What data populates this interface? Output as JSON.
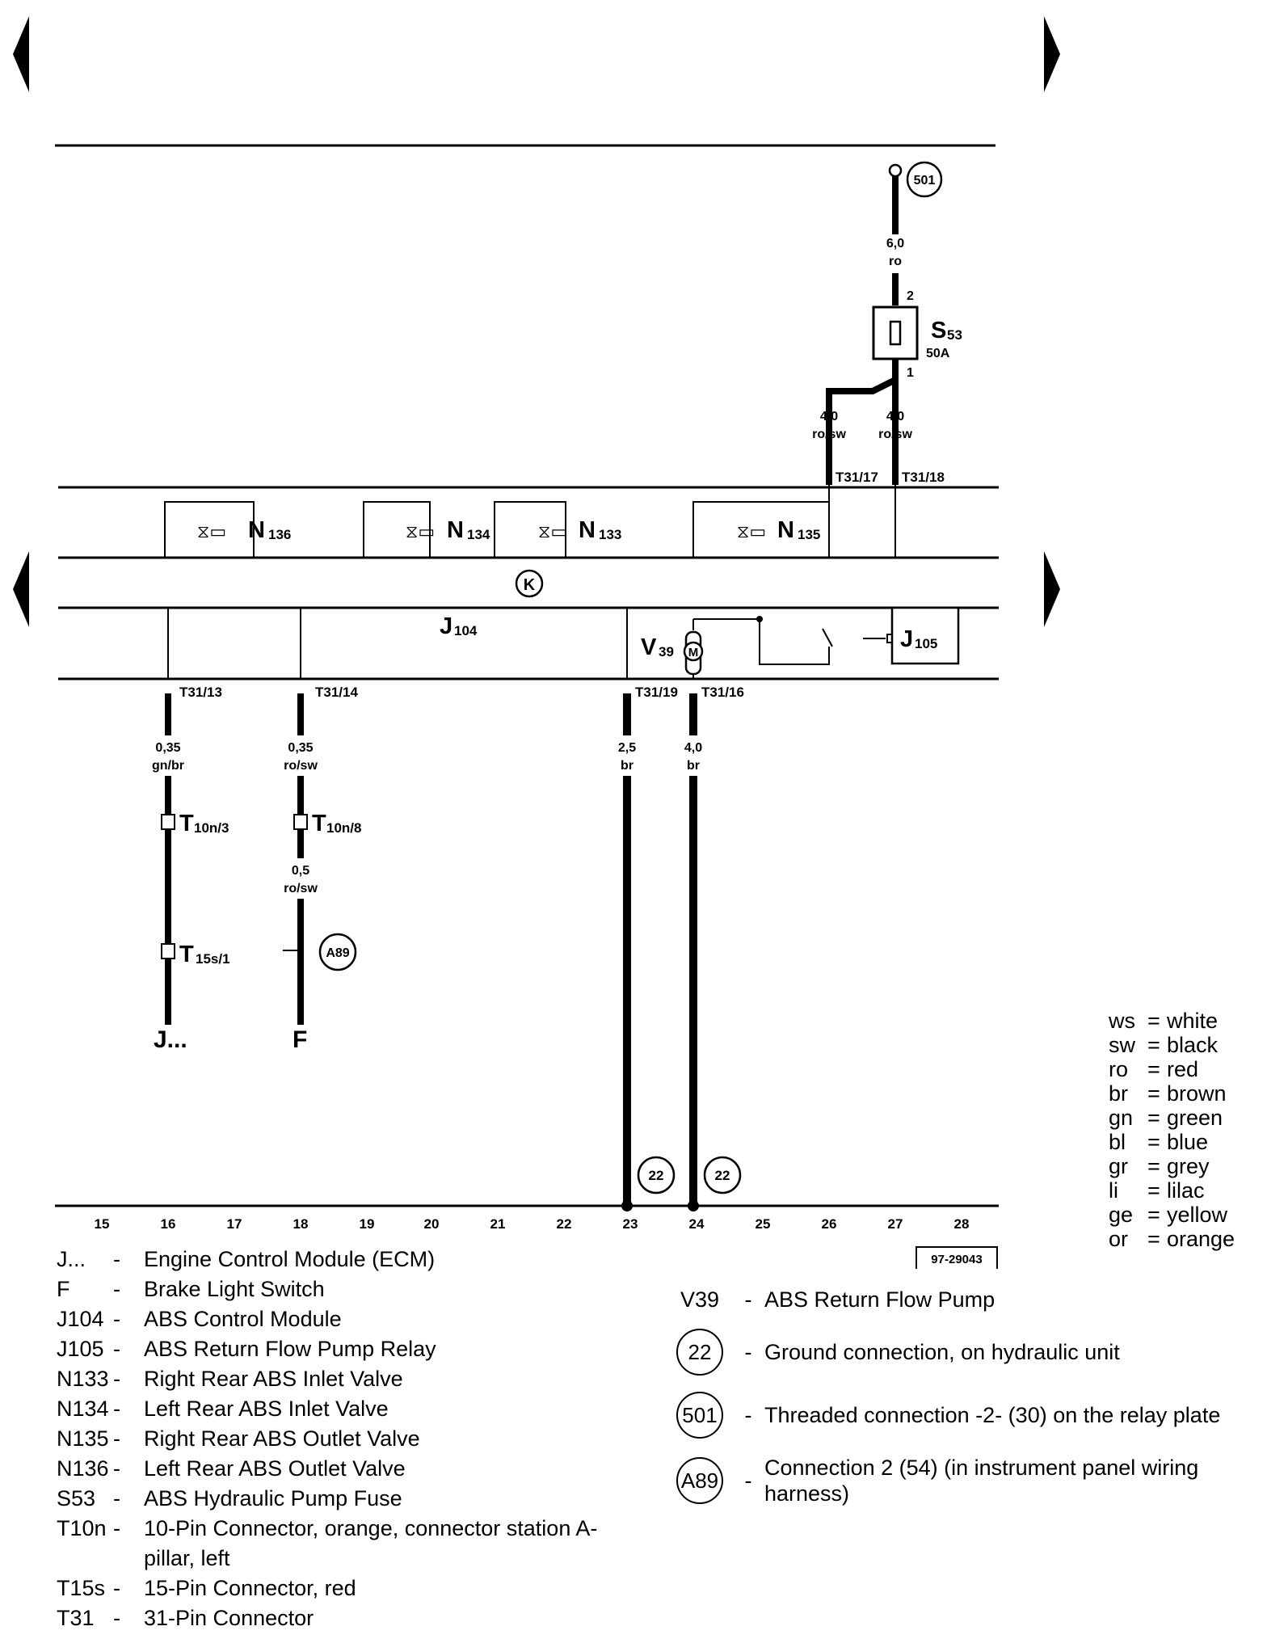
{
  "diagram": {
    "ground_points": [
      "501",
      "22",
      "22",
      "A89"
    ],
    "fuse": {
      "name": "S",
      "sub": "53",
      "rating": "50A",
      "pin_top": "2",
      "pin_bottom": "1"
    },
    "wires": {
      "w501": {
        "size": "6,0",
        "color": "ro"
      },
      "w17": {
        "size": "4,0",
        "color": "ro/sw"
      },
      "w18": {
        "size": "4,0",
        "color": "ro/sw"
      },
      "w13": {
        "size": "0,35",
        "color": "gn/br"
      },
      "w14": {
        "size": "0,35",
        "color": "ro/sw"
      },
      "w14b": {
        "size": "0,5",
        "color": "ro/sw"
      },
      "w19": {
        "size": "2,5",
        "color": "br"
      },
      "w16": {
        "size": "4,0",
        "color": "br"
      }
    },
    "pins": {
      "p17": "T31/17",
      "p18": "T31/18",
      "p13": "T31/13",
      "p14": "T31/14",
      "p19": "T31/19",
      "p16": "T31/16"
    },
    "connectors": {
      "t10n3": {
        "name": "T",
        "sub": "10n/3"
      },
      "t10n8": {
        "name": "T",
        "sub": "10n/8"
      },
      "t15s1": {
        "name": "T",
        "sub": "15s/1"
      }
    },
    "components": {
      "n136": {
        "name": "N",
        "sub": "136"
      },
      "n134": {
        "name": "N",
        "sub": "134"
      },
      "n133": {
        "name": "N",
        "sub": "133"
      },
      "n135": {
        "name": "N",
        "sub": "135"
      },
      "j104": {
        "name": "J",
        "sub": "104"
      },
      "j105": {
        "name": "J",
        "sub": "105"
      },
      "v39": {
        "name": "V",
        "sub": "39"
      },
      "motor": "M",
      "k": "K"
    },
    "ends": {
      "left": "J...",
      "right": "F"
    },
    "grid": [
      "15",
      "16",
      "17",
      "18",
      "19",
      "20",
      "21",
      "22",
      "23",
      "24",
      "25",
      "26",
      "27",
      "28"
    ],
    "ref": "97-29043"
  },
  "legend": [
    {
      "code": "J...",
      "text": "Engine Control Module (ECM)"
    },
    {
      "code": "F",
      "text": "Brake Light Switch"
    },
    {
      "code": "J104",
      "text": "ABS Control Module"
    },
    {
      "code": "J105",
      "text": "ABS Return Flow Pump Relay"
    },
    {
      "code": "N133",
      "text": "Right Rear ABS Inlet Valve"
    },
    {
      "code": "N134",
      "text": "Left Rear ABS Inlet Valve"
    },
    {
      "code": "N135",
      "text": "Right Rear ABS Outlet Valve"
    },
    {
      "code": "N136",
      "text": "Left Rear ABS Outlet Valve"
    },
    {
      "code": "S53",
      "text": "ABS Hydraulic Pump Fuse"
    },
    {
      "code": "T10n",
      "text": "10-Pin Connector, orange, connector station A-pillar, left"
    },
    {
      "code": "T15s",
      "text": "15-Pin Connector, red"
    },
    {
      "code": "T31",
      "text": "31-Pin Connector"
    }
  ],
  "right_legend": [
    {
      "code": "V39",
      "circle": false,
      "text": "ABS Return Flow Pump"
    },
    {
      "code": "22",
      "circle": true,
      "text": "Ground connection, on hydraulic unit"
    },
    {
      "code": "501",
      "circle": true,
      "text": "Threaded connection -2- (30) on the relay plate"
    },
    {
      "code": "A89",
      "circle": true,
      "text": "Connection 2 (54) (in instrument panel wiring harness)"
    }
  ],
  "colors": [
    {
      "code": "ws",
      "name": "white"
    },
    {
      "code": "sw",
      "name": "black"
    },
    {
      "code": "ro",
      "name": "red"
    },
    {
      "code": "br",
      "name": "brown"
    },
    {
      "code": "gn",
      "name": "green"
    },
    {
      "code": "bl",
      "name": "blue"
    },
    {
      "code": "gr",
      "name": "grey"
    },
    {
      "code": "li",
      "name": "lilac"
    },
    {
      "code": "ge",
      "name": "yellow"
    },
    {
      "code": "or",
      "name": "orange"
    }
  ]
}
